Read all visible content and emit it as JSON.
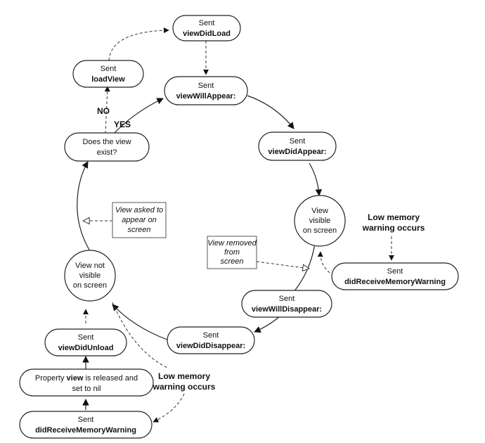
{
  "nodes": {
    "load_view": {
      "line1": "Sent",
      "line2": "loadView"
    },
    "view_did_load": {
      "line1": "Sent",
      "line2": "viewDidLoad"
    },
    "view_will_appear": {
      "line1": "Sent",
      "line2": "viewWillAppear:"
    },
    "view_did_appear": {
      "line1": "Sent",
      "line2": "viewDidAppear:"
    },
    "view_visible": {
      "line1": "View",
      "line2": "visible",
      "line3": "on screen"
    },
    "did_receive_memory_warning_right": {
      "line1": "Sent",
      "line2": "didReceiveMemoryWarning"
    },
    "view_will_disappear": {
      "line1": "Sent",
      "line2": "viewWillDisappear:"
    },
    "view_did_disappear": {
      "line1": "Sent",
      "line2": "viewDidDisappear:"
    },
    "view_not_visible": {
      "line1": "View not",
      "line2": "visible",
      "line3": "on screen"
    },
    "view_did_unload": {
      "line1": "Sent",
      "line2": "viewDidUnload"
    },
    "property_view_released": {
      "pre": "Property ",
      "bold": "view",
      "post": " is released and",
      "line2": "set to nil"
    },
    "did_receive_memory_warning_left": {
      "line1": "Sent",
      "line2": "didReceiveMemoryWarning"
    },
    "does_view_exist": {
      "line1": "Does the view",
      "line2": "exist?"
    }
  },
  "labels": {
    "no": "NO",
    "yes": "YES",
    "low_memory_right_1": "Low memory",
    "low_memory_right_2": "warning occurs",
    "low_memory_left_1": "Low memory",
    "low_memory_left_2": "warning occurs"
  },
  "notes": {
    "appear": {
      "line1": "View asked to",
      "line2": "appear on",
      "line3": "screen"
    },
    "removed": {
      "line1": "View removed",
      "line2": "from",
      "line3": "screen"
    }
  }
}
